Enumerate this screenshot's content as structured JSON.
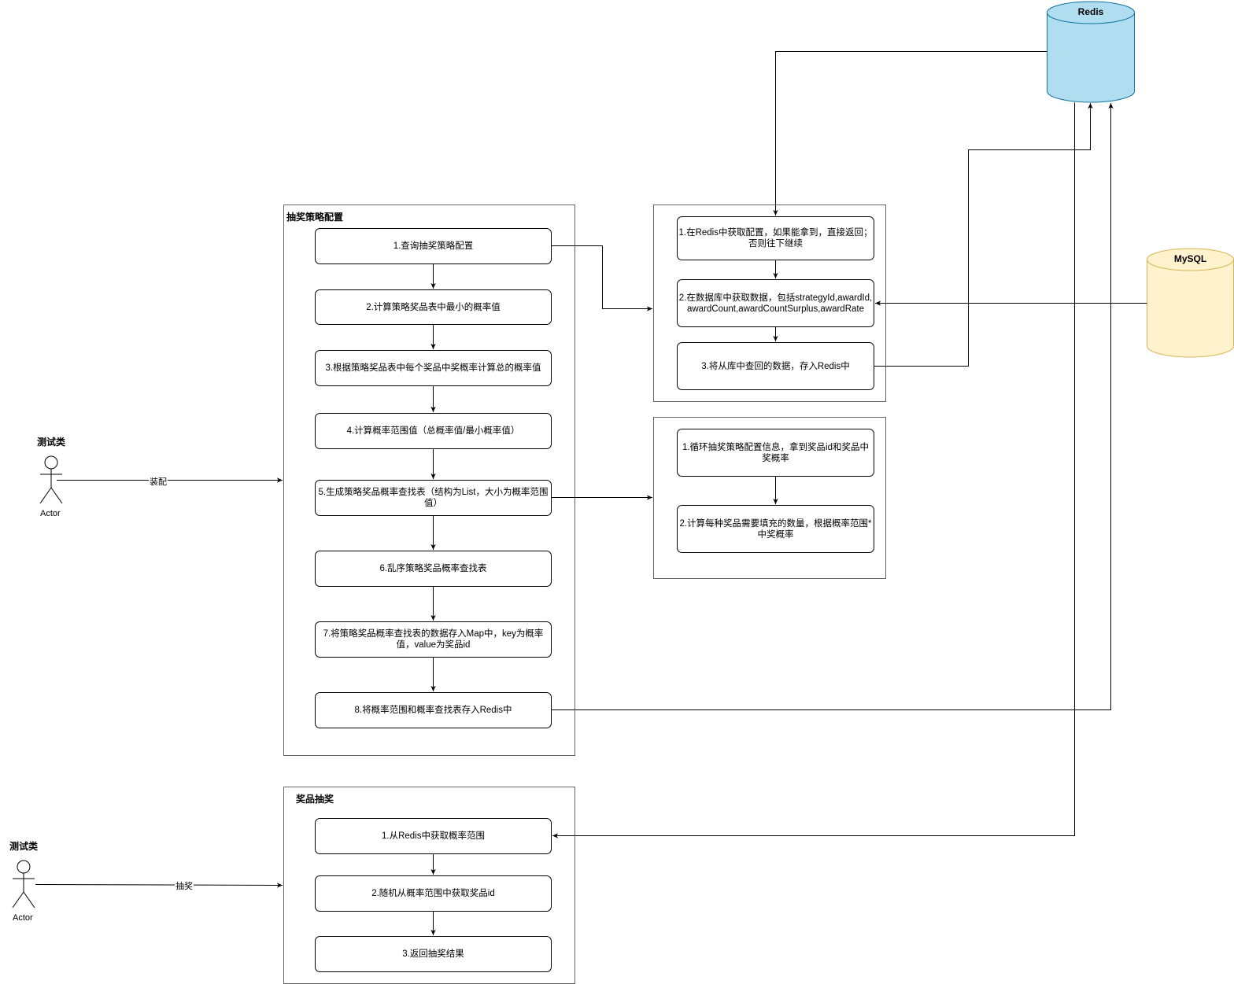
{
  "redis": {
    "label": "Redis",
    "fill": "#b1ddf0",
    "stroke": "#10739e"
  },
  "mysql": {
    "label": "MySQL",
    "fill": "#fff2cc",
    "stroke": "#d6b656"
  },
  "config_group": {
    "title": "抽奖策略配置",
    "steps": [
      "1.查询抽奖策略配置",
      "2.计算策略奖品表中最小的概率值",
      "3.根据策略奖品表中每个奖品中奖概率计算总的概率值",
      "4.计算概率范围值（总概率值/最小概率值）",
      "5.生成策略奖品概率查找表（结构为List，大小为概率范围值）",
      "6.乱序策略奖品概率查找表",
      "7.将策略奖品概率查找表的数据存入Map中，key为概率值，value为奖品id",
      "8.将概率范围和概率查找表存入Redis中"
    ]
  },
  "query_group": {
    "steps": [
      "1.在Redis中获取配置，如果能拿到，直接返回；否则往下继续",
      "2.在数据库中获取数据，包括strategyId,awardId,awardCount,awardCountSurplus,awardRate",
      "3.将从库中查回的数据，存入Redis中"
    ]
  },
  "table_group": {
    "steps": [
      "1.循环抽奖策略配置信息，拿到奖品id和奖品中奖概率",
      "2.计算每种奖品需要填充的数量，根据概率范围*中奖概率"
    ]
  },
  "draw_group": {
    "title": "奖品抽奖",
    "steps": [
      "1.从Redis中获取概率范围",
      "2.随机从概率范围中获取奖品id",
      "3.返回抽奖结果"
    ]
  },
  "actors": [
    {
      "title": "测试类",
      "caption": "Actor",
      "edge_label": "装配"
    },
    {
      "title": "测试类",
      "caption": "Actor",
      "edge_label": "抽奖"
    }
  ]
}
